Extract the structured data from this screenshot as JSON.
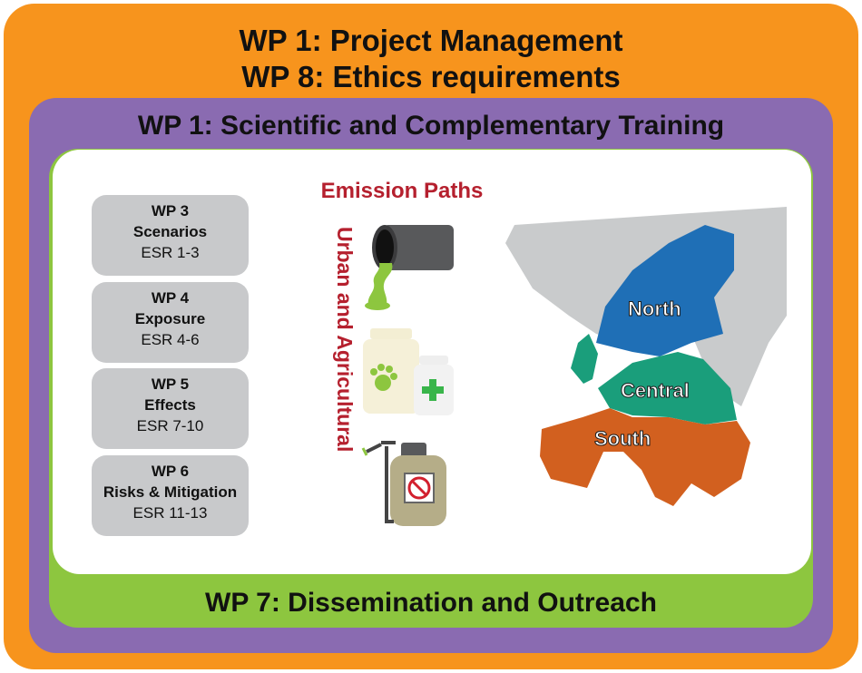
{
  "header": {
    "line1": "WP 1: Project Management",
    "line2": "WP 8: Ethics requirements",
    "training": "WP 1: Scientific and Complementary Training",
    "dissemination": "WP 7: Dissemination and Outreach"
  },
  "work_packages": [
    {
      "number": "WP 3",
      "title": "Scenarios",
      "esr": "ESR 1-3"
    },
    {
      "number": "WP 4",
      "title": "Exposure",
      "esr": "ESR 4-6"
    },
    {
      "number": "WP 5",
      "title": "Effects",
      "esr": "ESR 7-10"
    },
    {
      "number": "WP 6",
      "title": "Risks & Mitigation",
      "esr": "ESR 11-13"
    }
  ],
  "emission": {
    "title": "Emission Paths",
    "vertical_label": "Urban and Agricultural"
  },
  "map": {
    "regions": [
      "North",
      "Central",
      "South"
    ]
  },
  "colors": {
    "outer": "#f7941d",
    "purple": "#8a6bb1",
    "green": "#8dc63f",
    "north": "#1f6fb6",
    "central": "#1a9e7b",
    "south": "#d2601f",
    "land": "#c9cbcc",
    "accent_red": "#b5202e"
  },
  "icons": [
    "waste-pipe-icon",
    "veterinary-medicine-icon",
    "pesticide-sprayer-icon"
  ]
}
